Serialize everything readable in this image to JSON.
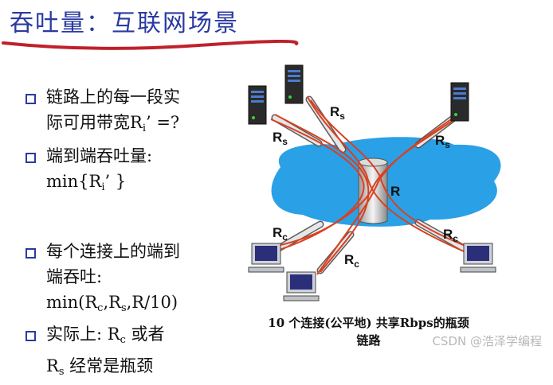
{
  "title": "吞吐量：互联网场景",
  "bullets": [
    {
      "line1": "链路上的每一段实",
      "line2_a": "际可用带宽R",
      "line2_sub": "i",
      "line2_b": "’ =?"
    },
    {
      "line1": "端到端吞吐量:",
      "line2_a": "min{R",
      "line2_sub": "i",
      "line2_b": "’ }"
    },
    {
      "line1": "每个连接上的端到",
      "line2": "端吞吐:",
      "line3_a": "min(R",
      "line3_sub1": "c",
      "line3_b": ",R",
      "line3_sub2": "s",
      "line3_c": ",R/10)"
    },
    {
      "line1_a": "实际上: R",
      "line1_sub": "c",
      "line1_b": " 或者",
      "line2_a": "R",
      "line2_sub": "s",
      "line2_b": " 经常是瓶颈"
    }
  ],
  "diagram": {
    "server_label": "R",
    "server_label_sub": "s",
    "client_label": "R",
    "client_label_sub": "c",
    "bottleneck_label": "R"
  },
  "caption": {
    "line1": "10 个连接(公平地) 共享Rbps的瓶颈",
    "line2": "链路"
  },
  "watermark": "CSDN @浩泽学编程",
  "colors": {
    "title": "#2b3aa0",
    "underline": "#c0202a",
    "cloud": "#2aa0e6",
    "connection": "#d94020",
    "bullet_box": "#2b3aa0"
  }
}
